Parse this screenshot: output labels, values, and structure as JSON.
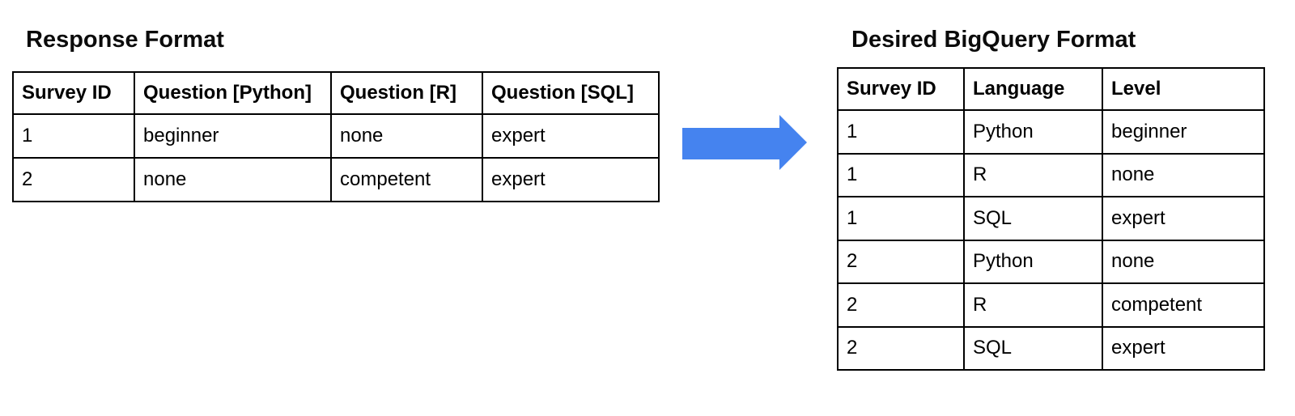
{
  "canvas": {
    "background": "#ffffff",
    "border_color": "#000000",
    "text_color": "#000000"
  },
  "arrow": {
    "color": "#4583ef",
    "direction": "right"
  },
  "left": {
    "title": "Response Format",
    "headers": [
      "Survey ID",
      "Question [Python]",
      "Question [R]",
      "Question [SQL]"
    ],
    "rows": [
      [
        "1",
        "beginner",
        "none",
        "expert"
      ],
      [
        "2",
        "none",
        "competent",
        "expert"
      ]
    ]
  },
  "right": {
    "title": "Desired BigQuery Format",
    "headers": [
      "Survey ID",
      "Language",
      "Level"
    ],
    "rows": [
      [
        "1",
        "Python",
        "beginner"
      ],
      [
        "1",
        "R",
        "none"
      ],
      [
        "1",
        "SQL",
        "expert"
      ],
      [
        "2",
        "Python",
        "none"
      ],
      [
        "2",
        "R",
        "competent"
      ],
      [
        "2",
        "SQL",
        "expert"
      ]
    ]
  }
}
